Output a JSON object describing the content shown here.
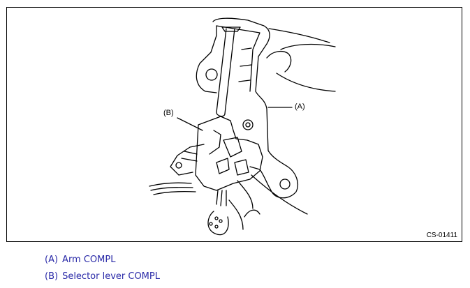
{
  "figure": {
    "callout_a": "(A)",
    "callout_b": "(B)",
    "figure_code": "CS-01411"
  },
  "legend": {
    "items": [
      {
        "key": "(A)",
        "label": "Arm COMPL"
      },
      {
        "key": "(B)",
        "label": "Selector lever COMPL"
      }
    ]
  },
  "colors": {
    "legend_text": "#2a2aa8",
    "line_art": "#000000"
  }
}
